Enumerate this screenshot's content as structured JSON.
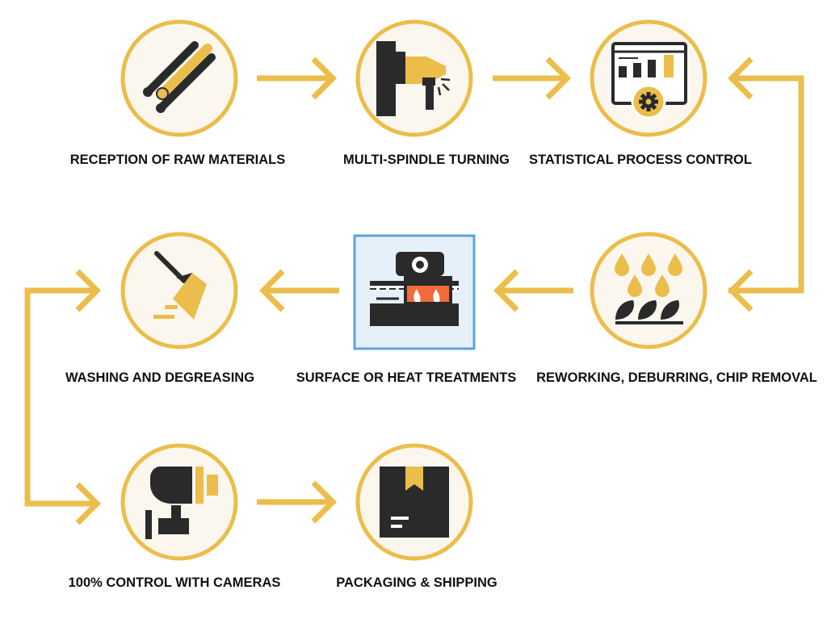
{
  "steps": [
    {
      "label": "RECEPTION OF RAW MATERIALS",
      "icon": "raw-materials-rods-icon"
    },
    {
      "label": "MULTI-SPINDLE TURNING",
      "icon": "lathe-turning-icon"
    },
    {
      "label": "STATISTICAL PROCESS CONTROL",
      "icon": "process-control-monitor-icon"
    },
    {
      "label": "REWORKING, DEBURRING, CHIP REMOVAL",
      "icon": "deburring-drops-icon"
    },
    {
      "label": "SURFACE OR HEAT TREATMENTS",
      "icon": "heat-treatment-furnace-icon"
    },
    {
      "label": "WASHING AND DEGREASING",
      "icon": "broom-cleaning-icon"
    },
    {
      "label": "100% CONTROL WITH CAMERAS",
      "icon": "camera-inspection-icon"
    },
    {
      "label": "PACKAGING & SHIPPING",
      "icon": "package-box-icon"
    }
  ],
  "colors": {
    "accent": "#ebbd4a",
    "dark": "#2a2a2a",
    "circle_fill": "#fbf7ee",
    "highlight_border": "#5da3dc",
    "highlight_fill": "#e6f0fb",
    "flame": "#f26b3a"
  }
}
